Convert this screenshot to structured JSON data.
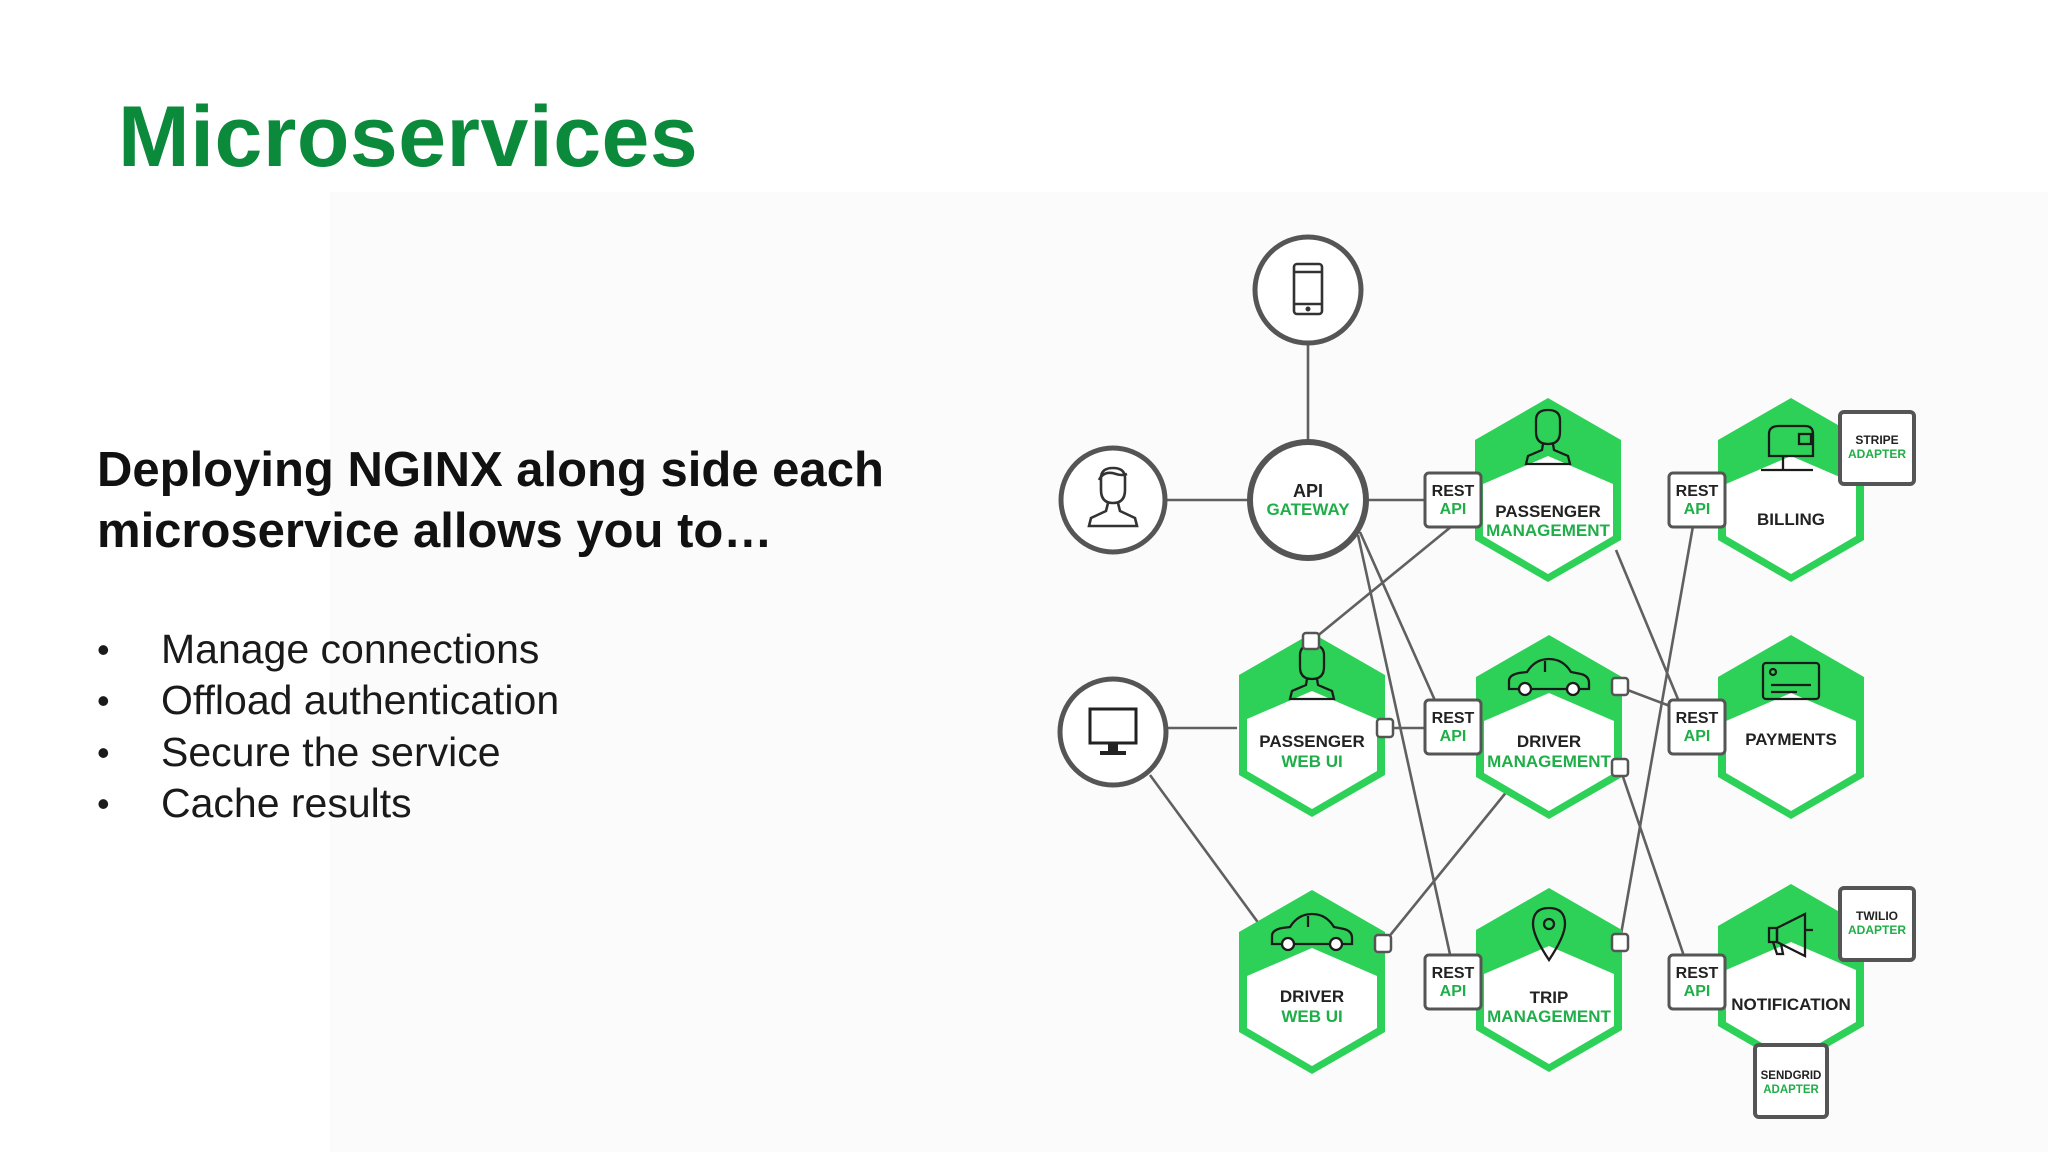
{
  "slide": {
    "title": "Microservices",
    "subtitle_line1": "Deploying NGINX along side each",
    "subtitle_line2": "microservice allows you to…",
    "bullets": [
      "Manage connections",
      "Offload authentication",
      "Secure the service",
      "Cache results"
    ]
  },
  "colors": {
    "title": "#0b8a3c",
    "accent_green": "#2ed158",
    "label_green": "#1fae48",
    "node_stroke": "#555555"
  },
  "diagram": {
    "api_gateway": {
      "line1": "API",
      "line2": "GATEWAY"
    },
    "clients": [
      {
        "icon": "mobile-phone-icon"
      },
      {
        "icon": "user-icon"
      },
      {
        "icon": "desktop-monitor-icon"
      }
    ],
    "services": [
      {
        "line1": "PASSENGER",
        "line2": "MANAGEMENT",
        "icon": "passenger-icon"
      },
      {
        "line1": "BILLING",
        "line2": "",
        "icon": "mailbox-icon"
      },
      {
        "line1": "PASSENGER",
        "line2": "WEB UI",
        "icon": "passenger-icon"
      },
      {
        "line1": "DRIVER",
        "line2": "MANAGEMENT",
        "icon": "car-icon"
      },
      {
        "line1": "PAYMENTS",
        "line2": "",
        "icon": "credit-card-icon"
      },
      {
        "line1": "DRIVER",
        "line2": "WEB UI",
        "icon": "car-icon"
      },
      {
        "line1": "TRIP",
        "line2": "MANAGEMENT",
        "icon": "map-pin-icon"
      },
      {
        "line1": "NOTIFICATION",
        "line2": "",
        "icon": "megaphone-icon"
      }
    ],
    "rest_api": {
      "line1": "REST",
      "line2": "API"
    },
    "adapters": [
      {
        "line1": "STRIPE",
        "line2": "ADAPTER"
      },
      {
        "line1": "TWILIO",
        "line2": "ADAPTER"
      },
      {
        "line1": "SENDGRID",
        "line2": "ADAPTER"
      }
    ]
  }
}
